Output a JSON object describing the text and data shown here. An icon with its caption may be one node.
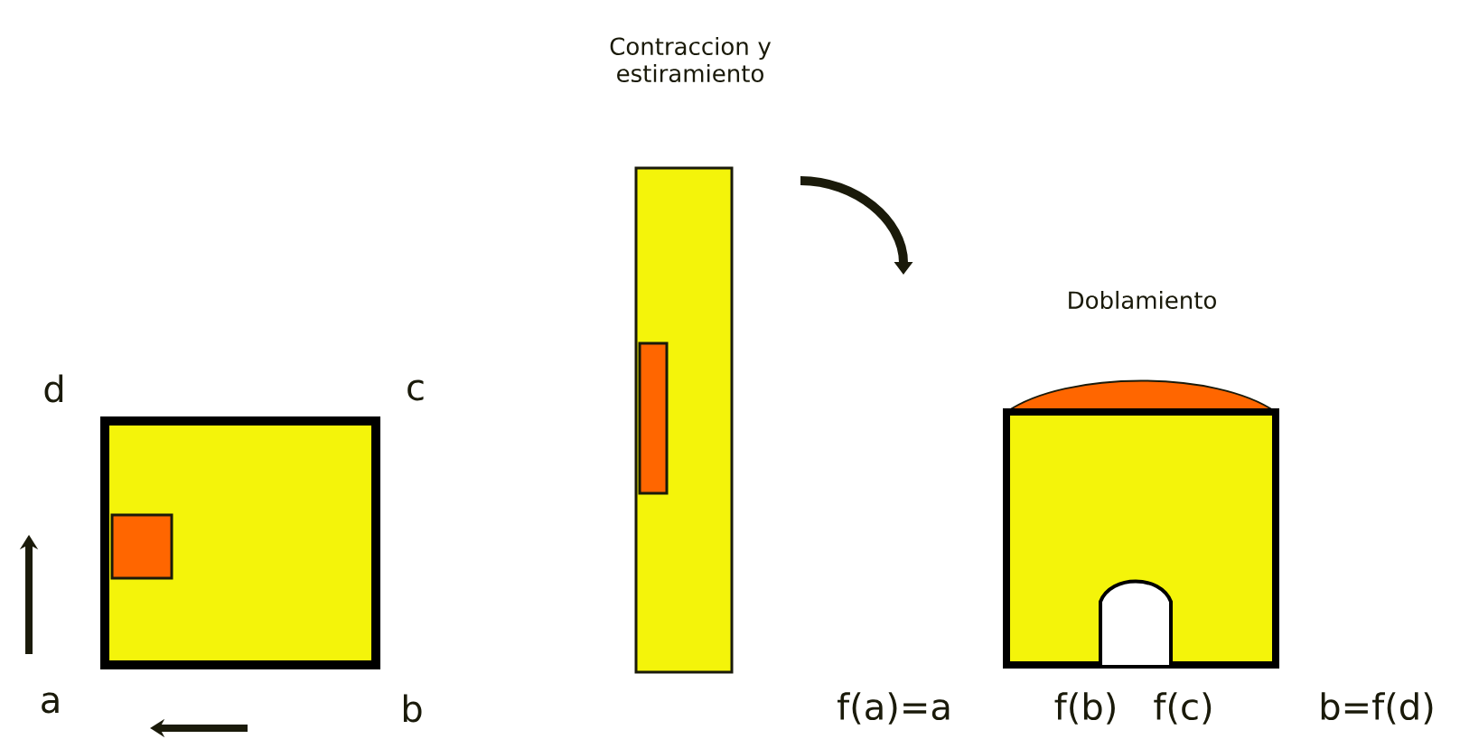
{
  "diagram": {
    "nodes": [
      {
        "text": [],
        "shape": "box"
      },
      {
        "text": [
          "Contraccion y estiramiento"
        ]
      },
      {
        "text": [
          "Doblamiento"
        ]
      }
    ],
    "labels": [
      "d",
      "c",
      "a",
      "b",
      "f(a)=a",
      "f(b)",
      "f(c)",
      "b=f(d)"
    ]
  }
}
